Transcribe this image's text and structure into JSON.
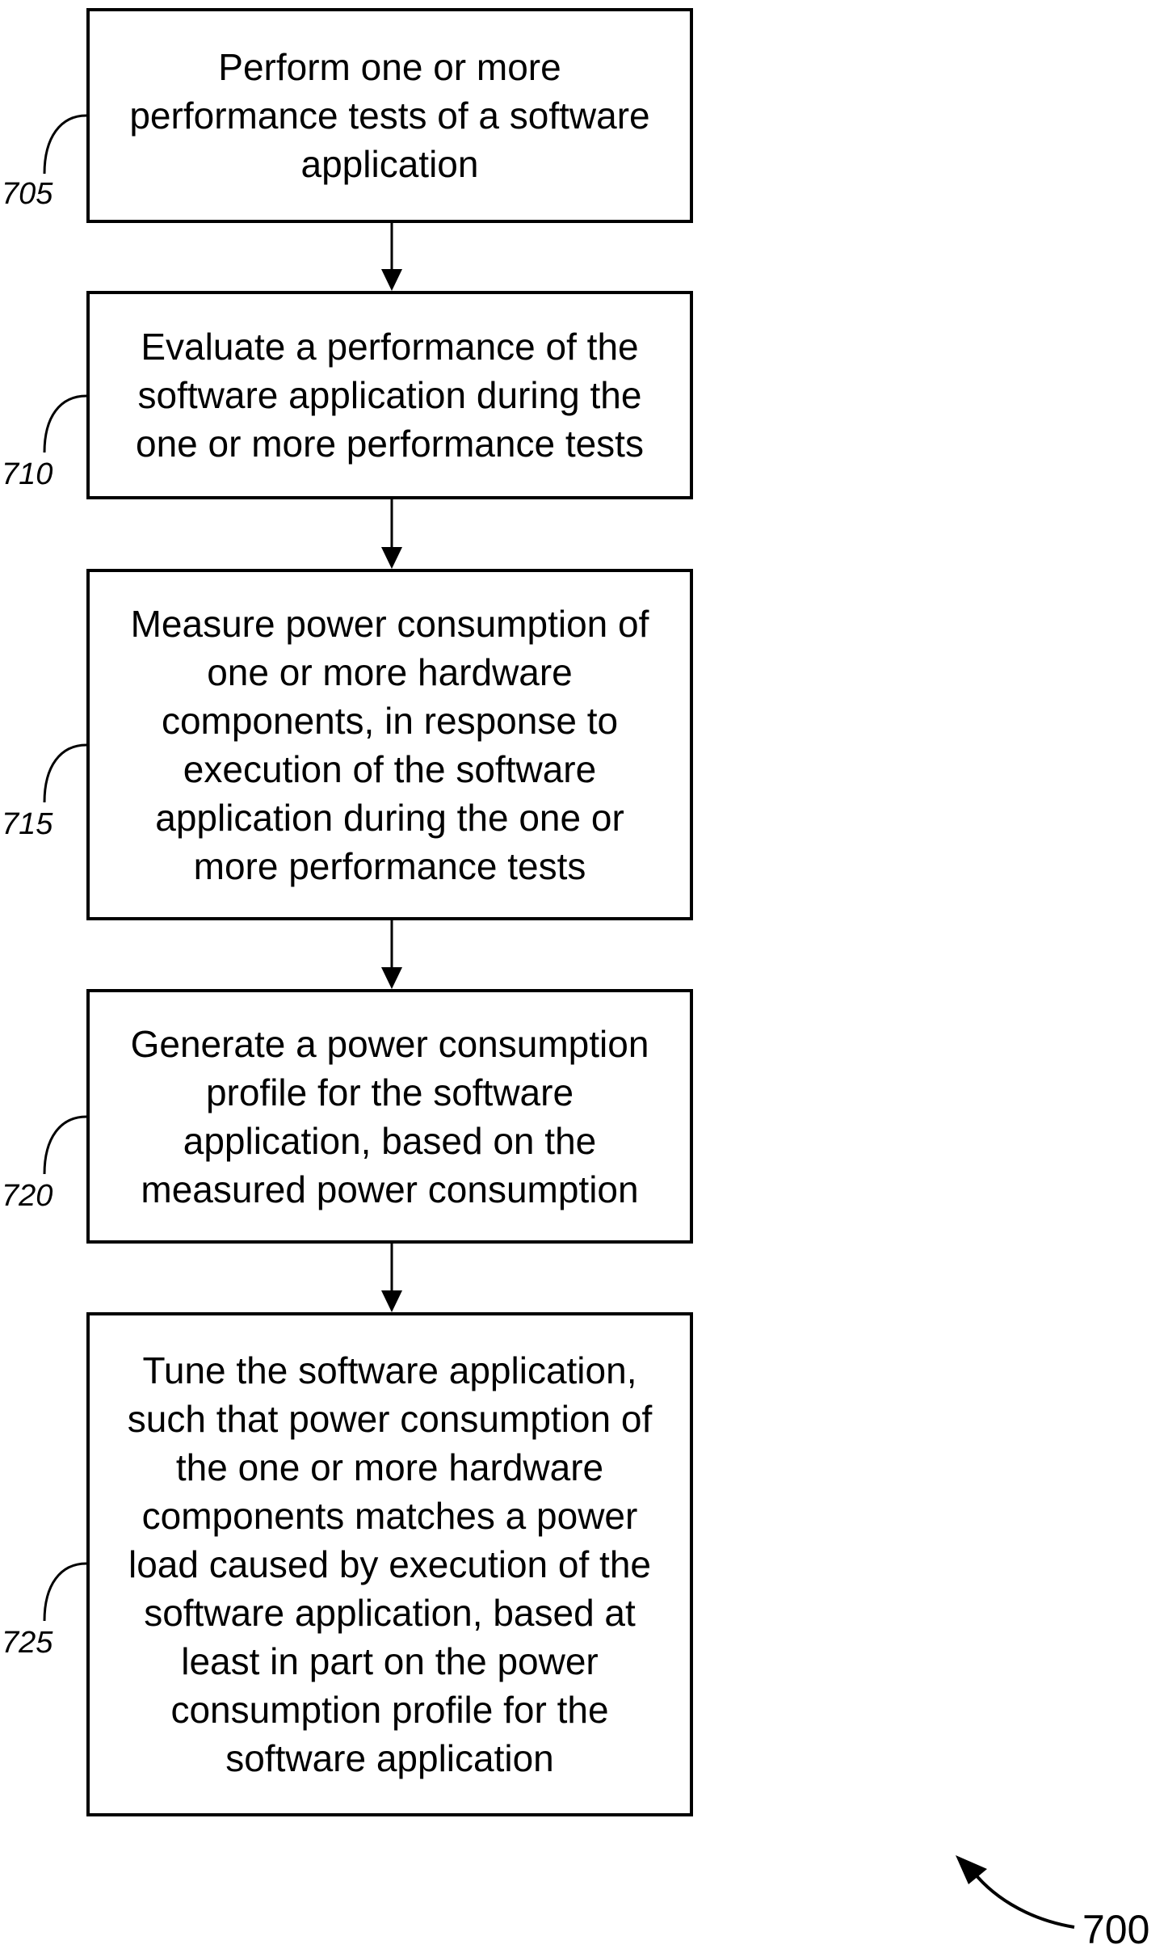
{
  "diagram": {
    "figure_number": "700",
    "steps": [
      {
        "ref": "705",
        "text": "Perform one or more\nperformance tests of a software\napplication"
      },
      {
        "ref": "710",
        "text": "Evaluate a performance of the\nsoftware application during the\none or more performance tests"
      },
      {
        "ref": "715",
        "text": "Measure power consumption of\none or more hardware\ncomponents, in response to\nexecution of the software\napplication during the one or\nmore performance tests"
      },
      {
        "ref": "720",
        "text": "Generate a power consumption\nprofile for the software\napplication, based on the\nmeasured power consumption"
      },
      {
        "ref": "725",
        "text": "Tune the software application,\nsuch that power consumption of\nthe one or more hardware\ncomponents matches a power\nload caused by execution of the\nsoftware application, based at\nleast in part on the power\nconsumption profile for the\nsoftware application"
      }
    ]
  }
}
